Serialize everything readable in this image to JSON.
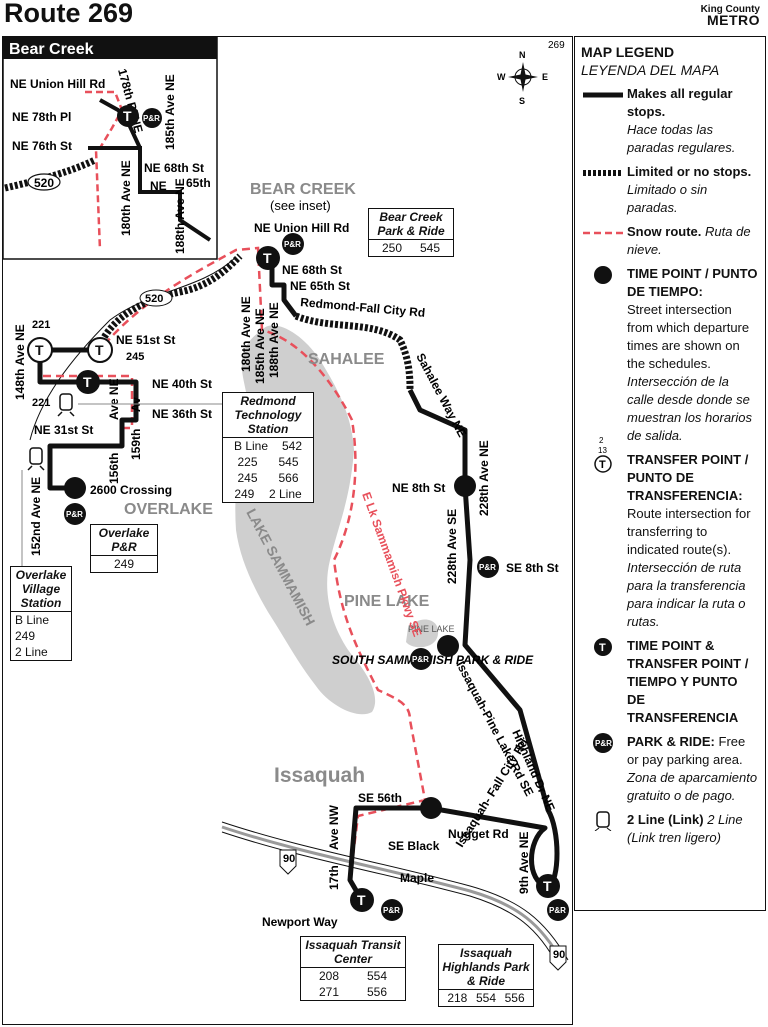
{
  "header": {
    "title": "Route 269",
    "agency_line1": "King County",
    "agency_line2": "METRO",
    "map_code": "269"
  },
  "inset": {
    "title": "Bear Creek",
    "labels": [
      "NE Union Hill Rd",
      "NE 78th Pl",
      "NE 76th St",
      "178th Pl NE",
      "185th Ave NE",
      "NE 68th St",
      "65th",
      "NE",
      "180th Ave NE",
      "188th Ave NE",
      "520"
    ]
  },
  "compass": {
    "n": "N",
    "s": "S",
    "e": "E",
    "w": "W"
  },
  "areas": {
    "bear_creek": "BEAR CREEK",
    "see_inset": "(see inset)",
    "sahalee": "SAHALEE",
    "overlake": "OVERLAKE",
    "pine_lake": "PINE LAKE",
    "pine_lake_small": "PINE\nLAKE",
    "lake_sammamish": "LAKE SAMMAMISH",
    "issaquah": "Issaquah"
  },
  "streets": {
    "ne_union_hill": "NE Union Hill Rd",
    "ne_68th": "NE 68th St",
    "ne_65th": "NE 65th St",
    "redmond_fall_city": "Redmond-Fall City Rd",
    "sahalee_way": "Sahalee Way NE",
    "ave180": "180th Ave NE",
    "ave185": "185th Ave NE",
    "ave188": "188th Ave NE",
    "ne51": "NE 51st St",
    "ne40": "NE 40th St",
    "ne36": "NE 36th St",
    "ne31": "NE 31st St",
    "ave148": "148th Ave NE",
    "ave152": "152nd Ave NE",
    "ave156": "156th",
    "ave_ne": "Ave NE",
    "ave159": "159th",
    "av": "Av",
    "crossing": "2600 Crossing",
    "ne8": "NE 8th St",
    "ave228ne": "228th Ave NE",
    "ave228se": "228th Ave SE",
    "se8": "SE 8th St",
    "east_lake": "E Lk Sammamish Pkwy SE",
    "ipl": "Issaquah-Pine Lake Rd SE",
    "highland": "Highland Dr NE",
    "se56": "SE 56th",
    "se_black": "SE Black",
    "nugget": "Nugget Rd",
    "ifc": "Issaquah-\nFall City Rd",
    "ave9": "9th Ave NE",
    "ave17": "17th",
    "avenw": "Ave NW",
    "maple": "Maple",
    "newport": "Newport Way",
    "south_sammamish": "SOUTH\nSAMMAMISH\nPARK & RIDE",
    "r221a": "221",
    "r221b": "221",
    "r245": "245",
    "i90a": "90",
    "i90b": "90",
    "sr520": "520"
  },
  "boxes": {
    "bear_creek_pr": {
      "title": "Bear Creek Park & Ride",
      "routes": [
        "250",
        "545"
      ]
    },
    "redmond_tech": {
      "title": "Redmond Technology Station",
      "rows": [
        [
          "B Line",
          "542"
        ],
        [
          "225",
          "545"
        ],
        [
          "245",
          "566"
        ],
        [
          "249",
          "2 Line"
        ]
      ]
    },
    "overlake_pr": {
      "title": "Overlake P&R",
      "routes": [
        "249"
      ]
    },
    "overlake_village": {
      "title": "Overlake Village Station",
      "rows": [
        [
          "B Line"
        ],
        [
          "249"
        ],
        [
          "2 Line"
        ]
      ]
    },
    "issaquah_tc": {
      "title": "Issaquah Transit Center",
      "rows": [
        [
          "208",
          "554"
        ],
        [
          "271",
          "556"
        ]
      ]
    },
    "issaquah_highlands": {
      "title": "Issaquah Highlands Park & Ride",
      "routes": [
        "218",
        "554",
        "556"
      ]
    }
  },
  "icons": {
    "t": "T",
    "pr": "P&R"
  },
  "legend": {
    "title": "MAP LEGEND",
    "title_es": "LEYENDA DEL MAPA",
    "regular_b": "Makes all regular stops.",
    "regular_i": "Hace todas las paradas regulares.",
    "limited_b": "Limited or no stops.",
    "limited_i": "Limitado o sin paradas.",
    "snow_b": "Snow route.",
    "snow_i": "Ruta de nieve.",
    "time_b": "TIME POINT / PUNTO DE TIEMPO:",
    "time_t": "Street intersection from which departure times are shown on the schedules.",
    "time_i": "Intersección de la calle desde donde se muestran los horarios de salida.",
    "transfer_b": "TRANSFER POINT / PUNTO DE TRANSFERENCIA:",
    "transfer_t": "Route intersection for transferring to indicated route(s).",
    "transfer_i": "Intersección de ruta para la transferencia para indicar la ruta o rutas.",
    "both_b": "TIME POINT & TRANSFER POINT / TIEMPO Y PUNTO DE TRANSFERENCIA",
    "pr_b": "PARK & RIDE:",
    "pr_t": "Free or pay parking area.",
    "pr_i": "Zona de aparcamiento gratuito o de pago.",
    "link_b": "2 Line (Link)",
    "link_i": "2 Line (Link tren ligero)",
    "sample_route": "2",
    "sample_route2": "13"
  },
  "colors": {
    "route": "#111111",
    "snow": "#e8505b",
    "lake": "#cfcfcf",
    "highway": "#9a9a9a"
  }
}
